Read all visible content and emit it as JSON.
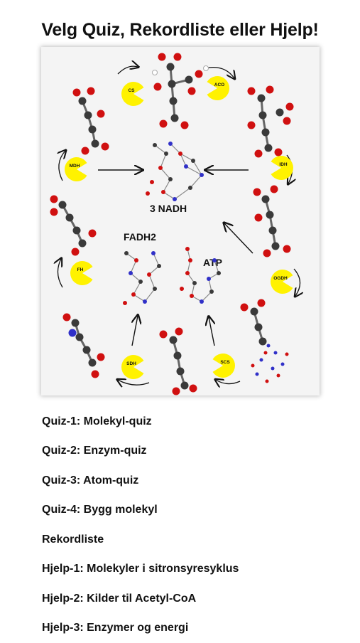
{
  "header": {
    "title": "Velg Quiz, Rekordliste eller Hjelp!"
  },
  "diagram": {
    "enzymes": [
      "CS",
      "ACO",
      "IDH",
      "OGDH",
      "SCS",
      "SDH",
      "FH",
      "MDH"
    ],
    "labels": {
      "nadh": "3 NADH",
      "fadh2": "FADH2",
      "atp": "ATP"
    },
    "colors": {
      "enzyme": "#fff200",
      "carbon": "#3a3a3a",
      "oxygen": "#d01010",
      "nitrogen": "#3030c8",
      "hydrogen": "#ffffff"
    }
  },
  "menu": {
    "items": [
      {
        "label": "Quiz-1: Molekyl-quiz"
      },
      {
        "label": "Quiz-2: Enzym-quiz"
      },
      {
        "label": "Quiz-3: Atom-quiz"
      },
      {
        "label": "Quiz-4: Bygg molekyl"
      },
      {
        "label": "Rekordliste"
      },
      {
        "label": "Hjelp-1: Molekyler i sitronsyresyklus"
      },
      {
        "label": "Hjelp-2: Kilder til Acetyl-CoA"
      },
      {
        "label": "Hjelp-3: Enzymer og energi"
      }
    ]
  }
}
